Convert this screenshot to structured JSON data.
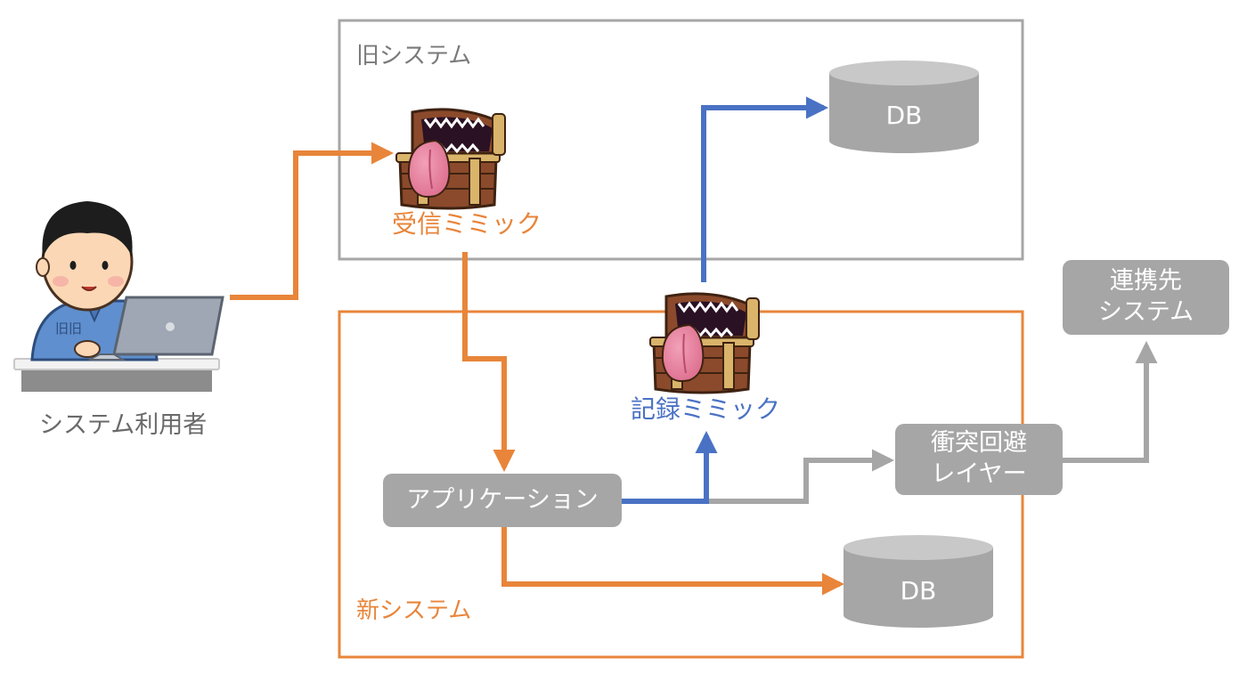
{
  "old_system": {
    "label": "旧システム"
  },
  "new_system": {
    "label": "新システム"
  },
  "user": {
    "label": "システム利用者",
    "shirt_text": "旧旧"
  },
  "mimics": {
    "receive": {
      "label": "受信ミミック"
    },
    "record": {
      "label": "記録ミミック"
    }
  },
  "nodes": {
    "application": {
      "label": "アプリケーション"
    },
    "collision_layer": {
      "line1": "衝突回避",
      "line2": "レイヤー"
    },
    "partner_system": {
      "line1": "連携先",
      "line2": "システム"
    },
    "old_db": {
      "label": "DB"
    },
    "new_db": {
      "label": "DB"
    }
  },
  "colors": {
    "orange": "#e8853a",
    "blue": "#4a72c4",
    "gray": "#a6a6a6",
    "old_border": "#a6a6a6",
    "new_border": "#e8853a"
  }
}
